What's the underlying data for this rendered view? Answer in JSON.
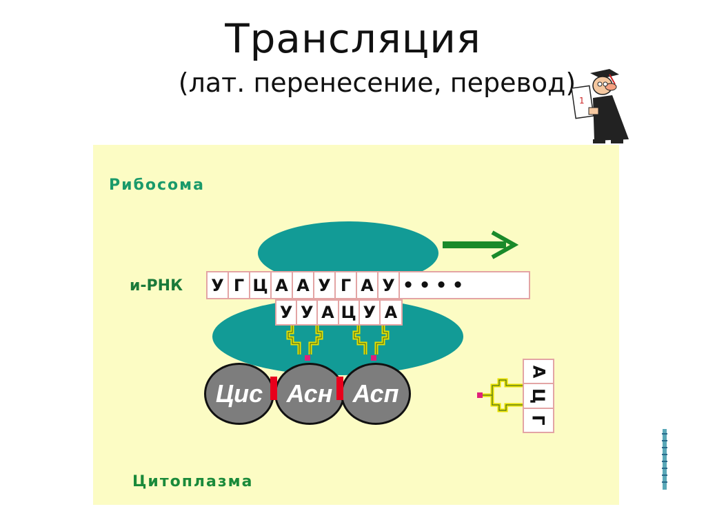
{
  "title": "Трансляция",
  "subtitle": "(лат. перенесение, перевод)",
  "diagram": {
    "ribosome_label": "Рибосома",
    "cytoplasm_label": "Цитоплазма",
    "mrna_label": "и-РНК",
    "mrna_codons": [
      "У",
      "Г",
      "Ц",
      "А",
      "А",
      "У",
      "Г",
      "А",
      "У"
    ],
    "mrna_dots": [
      "•",
      "•",
      "•",
      "•"
    ],
    "anticodons": [
      "У",
      "У",
      "А",
      "Ц",
      "У",
      "А"
    ],
    "amino_acids": [
      "Цис",
      "Асн",
      "Асп"
    ],
    "incoming_trna": [
      "А",
      "Ц",
      "Г"
    ],
    "colors": {
      "ribosome": "#129b96",
      "background": "#fcfcc4",
      "amino_acid": "#7d7d7d",
      "peptide_bond": "#e8001c",
      "arrow": "#1a8a2a",
      "trna_stem": "#e8e000"
    }
  }
}
